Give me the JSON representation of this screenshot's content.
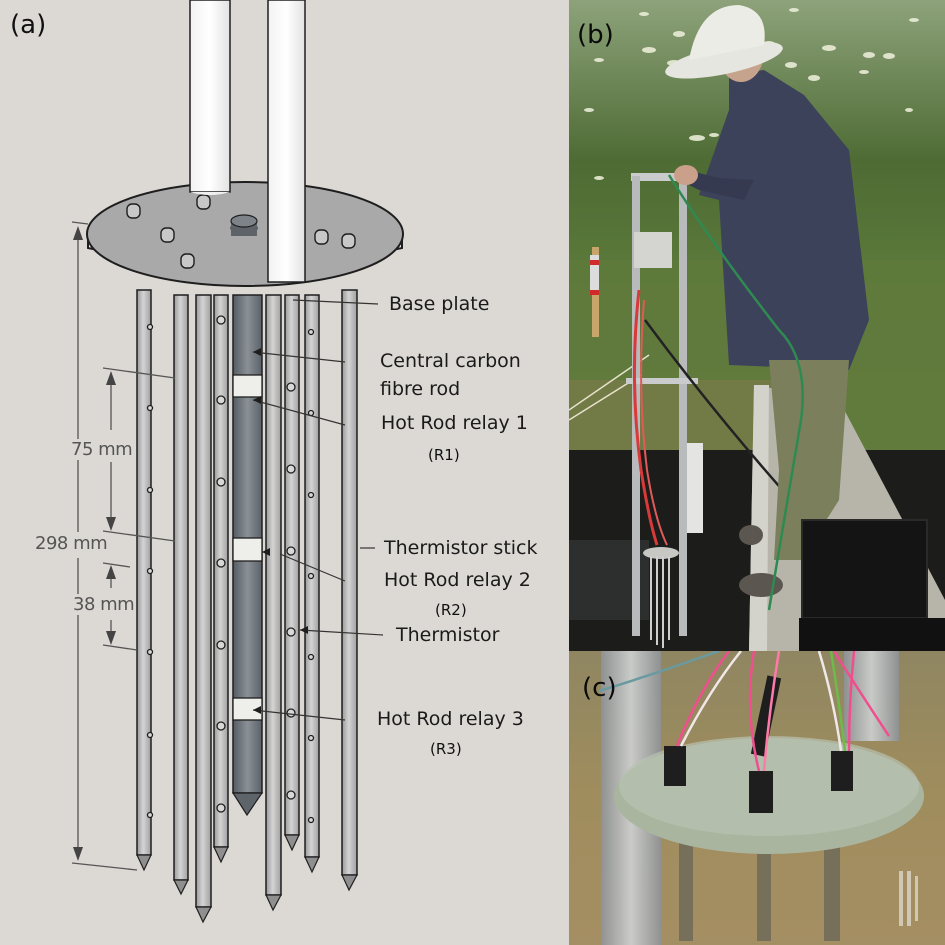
{
  "figure": {
    "panels": [
      {
        "id": "a",
        "label": "(a)"
      },
      {
        "id": "b",
        "label": "(b)"
      },
      {
        "id": "c",
        "label": "(c)"
      }
    ]
  },
  "panel_a": {
    "callouts": {
      "base_plate": "Base plate",
      "central_rod_line1": "Central carbon",
      "central_rod_line2": "fibre rod",
      "relay1": "Hot Rod relay 1",
      "relay1_code": "(R1)",
      "thermistor_stick": "Thermistor stick",
      "relay2": "Hot Rod relay 2",
      "relay2_code": "(R2)",
      "thermistor": "Thermistor",
      "relay3": "Hot Rod relay 3",
      "relay3_code": "(R3)"
    },
    "dimensions": {
      "total": "298 mm",
      "relay_spacing": "75 mm",
      "thermistor_spacing": "38 mm"
    },
    "colors": {
      "background": "#dcd9d4",
      "rod": "#b9b9b9",
      "plate": "#a9a9a9",
      "carbon_rod": "#6d747a",
      "outline": "#1e1e1e"
    }
  },
  "panel_b": {
    "colors": {
      "foliage": "#4c6a34",
      "water": "#1c1d1a",
      "jacket": "#3c4259",
      "trousers": "#7b7f5c",
      "hat": "#e6e6e0"
    }
  },
  "panel_c": {
    "colors": {
      "water": "#9c8a5c",
      "plate": "#aab5a0",
      "wire_pink": "#ef4f8f"
    }
  }
}
